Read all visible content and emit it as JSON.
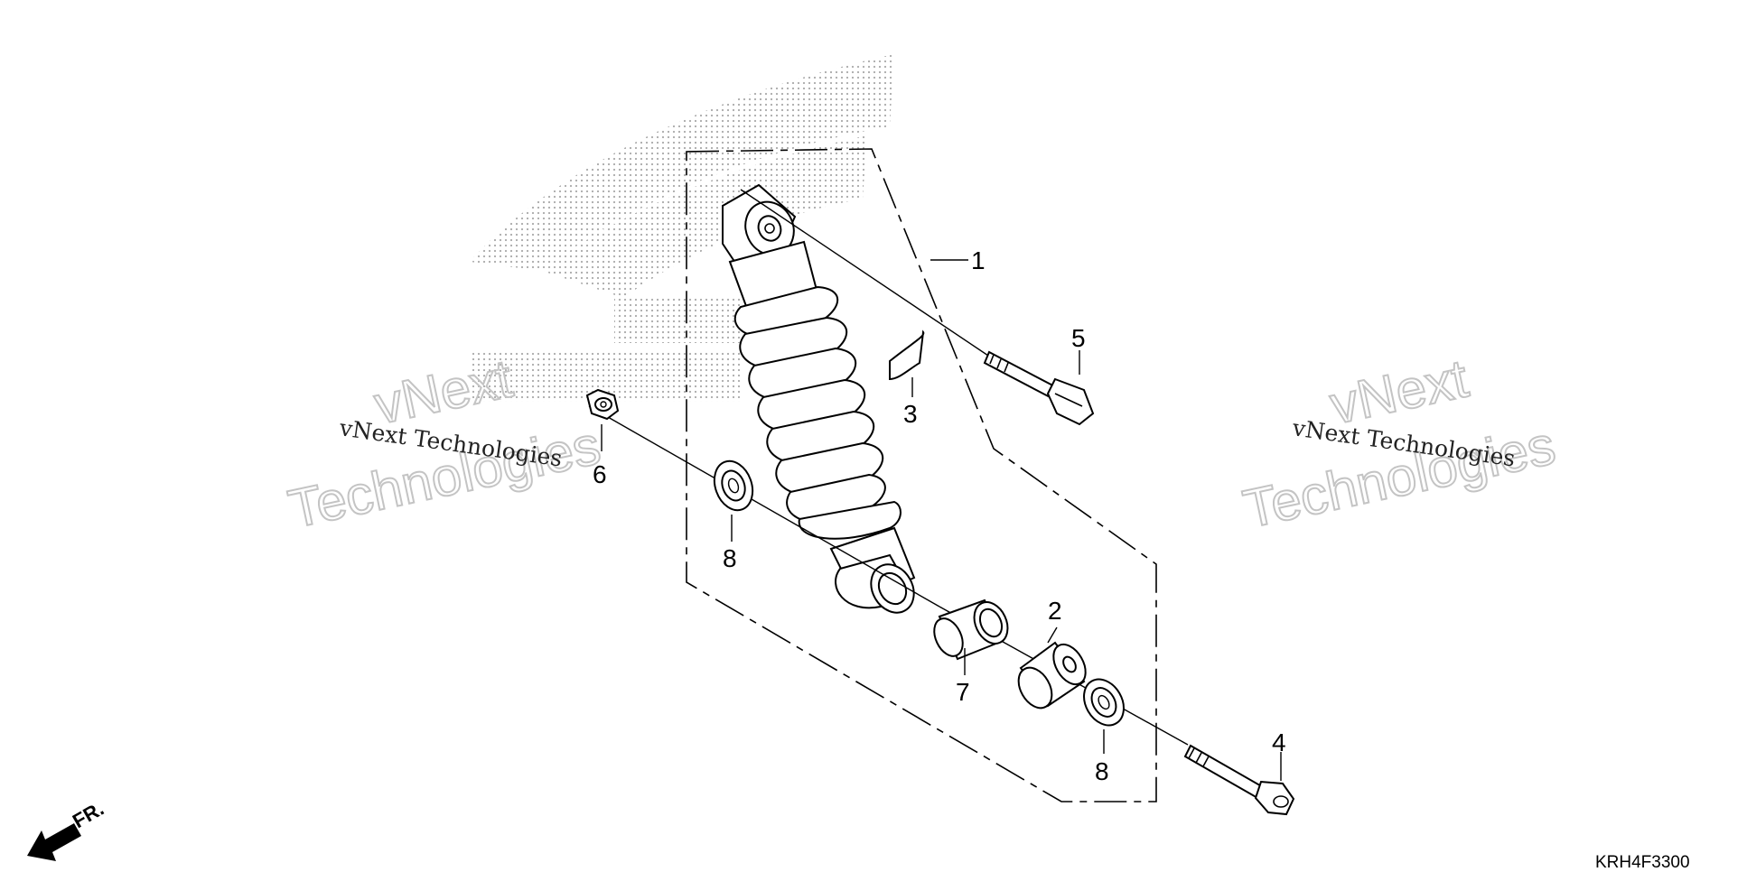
{
  "callouts": {
    "c1": "1",
    "c2": "2",
    "c3": "3",
    "c4": "4",
    "c5": "5",
    "c6": "6",
    "c7": "7",
    "c8a": "8",
    "c8b": "8"
  },
  "watermarks": {
    "left_serif": "vNext Technologies",
    "left_outline_1": "vNext",
    "left_outline_2": "Technologies",
    "right_serif": "vNext Technologies",
    "right_outline_1": "vNext",
    "right_outline_2": "Technologies"
  },
  "direction": {
    "label": "FR."
  },
  "diagram_code": "KRH4F3300"
}
